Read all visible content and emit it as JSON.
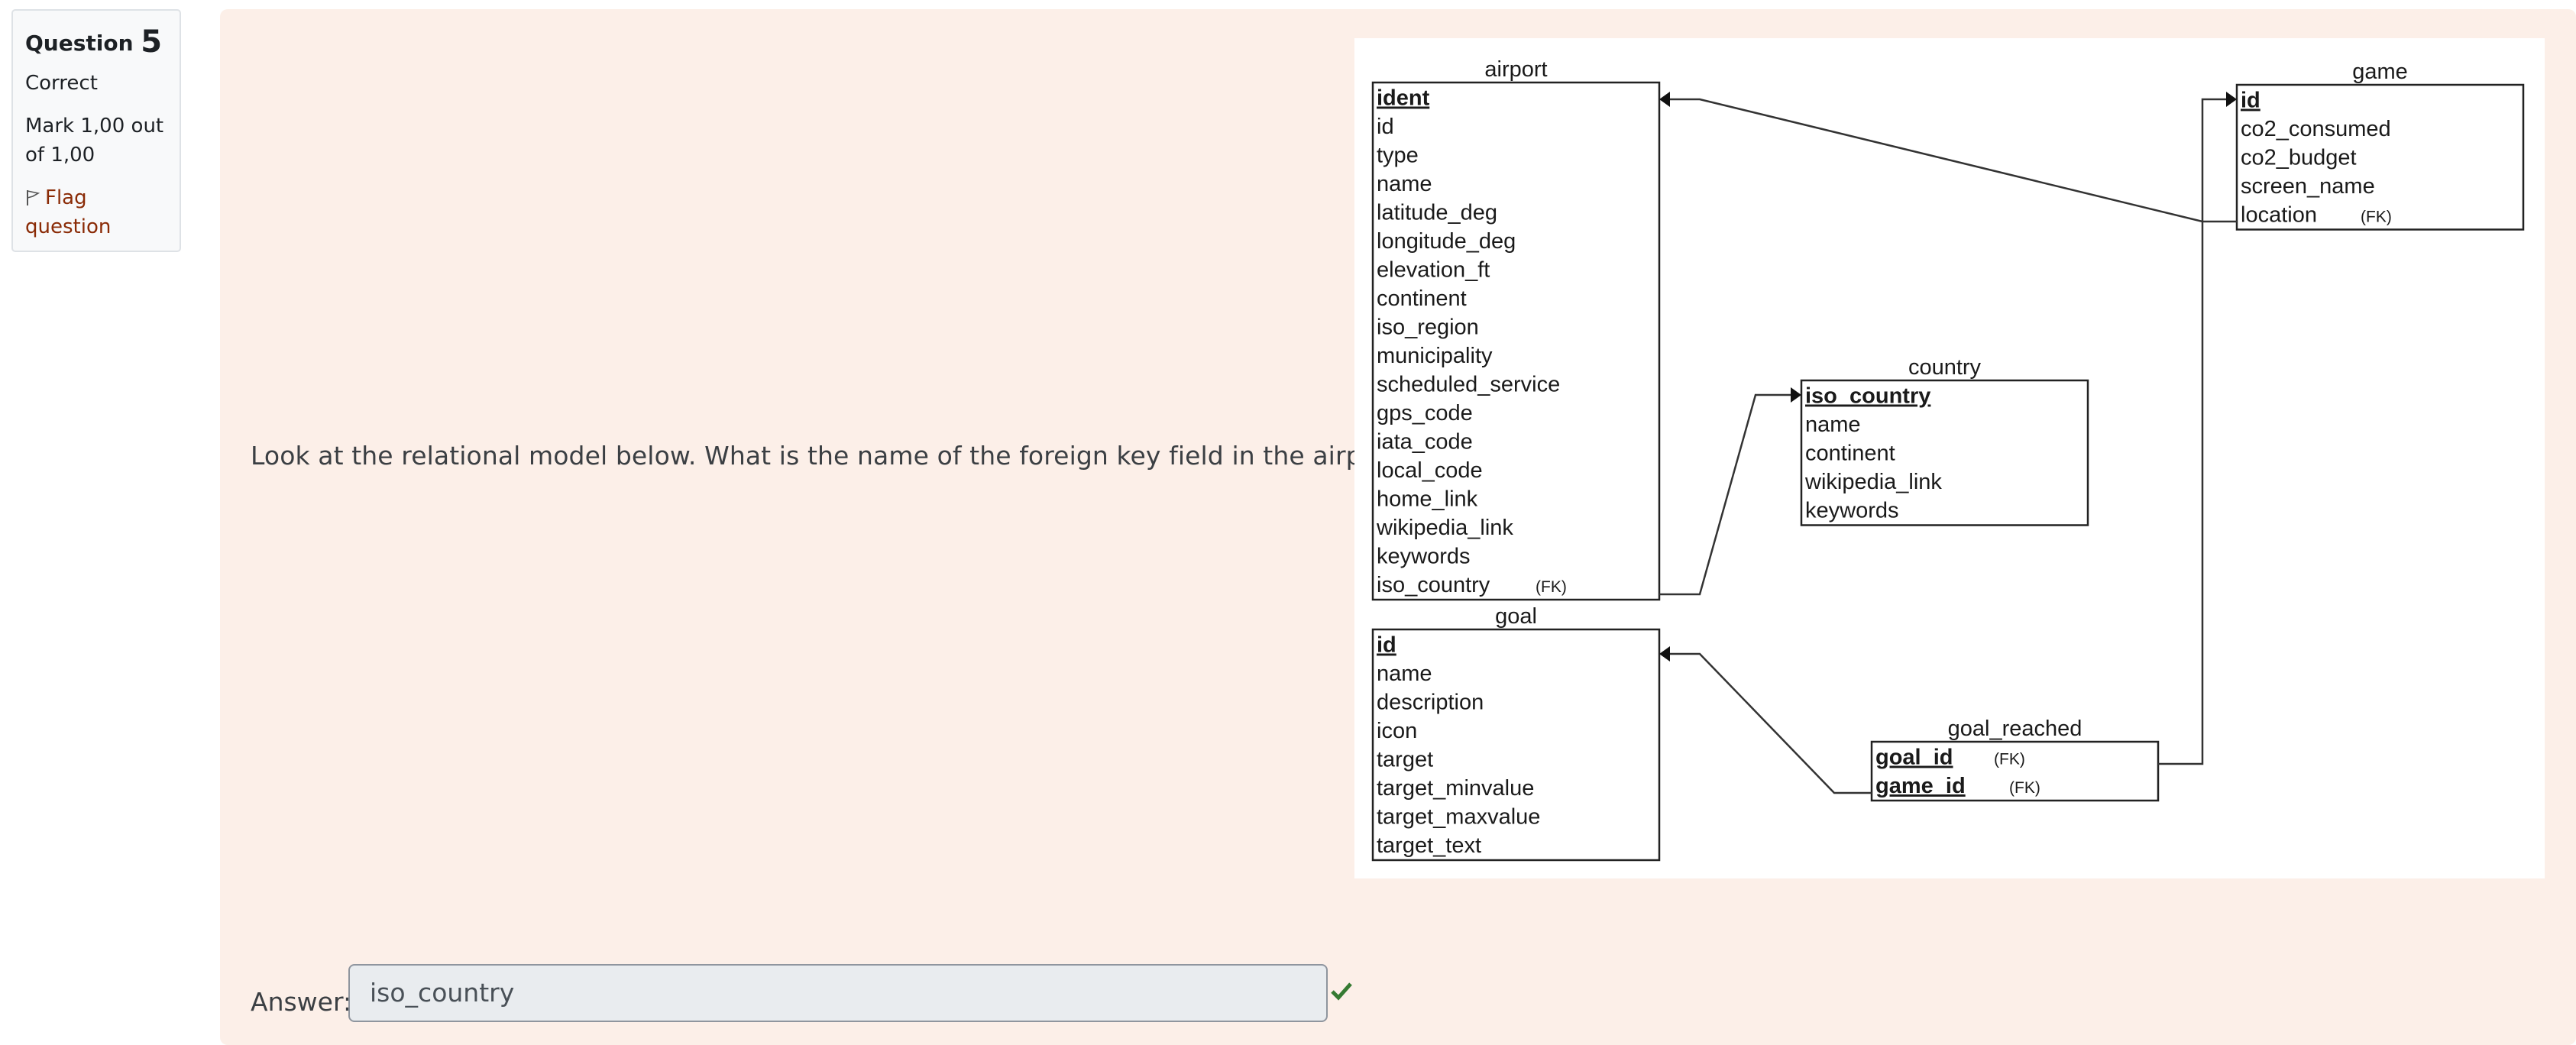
{
  "info": {
    "question_word": "Question",
    "question_number": "5",
    "state": "Correct",
    "grade": "Mark 1,00 out of 1,00",
    "flag_label": "Flag question"
  },
  "question_text": "Look at the relational model below. What is the name of the foreign key field in the airport table?",
  "diagram": {
    "fk_tag": "(FK)",
    "airport": {
      "title": "airport",
      "fields": [
        "ident",
        "id",
        "type",
        "name",
        "latitude_deg",
        "longitude_deg",
        "elevation_ft",
        "continent",
        "iso_region",
        "municipality",
        "scheduled_service",
        "gps_code",
        "iata_code",
        "local_code",
        "home_link",
        "wikipedia_link",
        "keywords",
        "iso_country"
      ]
    },
    "game": {
      "title": "game",
      "fields": [
        "id",
        "co2_consumed",
        "co2_budget",
        "screen_name",
        "location"
      ]
    },
    "country": {
      "title": "country",
      "fields": [
        "iso_country",
        "name",
        "continent",
        "wikipedia_link",
        "keywords"
      ]
    },
    "goal": {
      "title": "goal",
      "fields": [
        "id",
        "name",
        "description",
        "icon",
        "target",
        "target_minvalue",
        "target_maxvalue",
        "target_text"
      ]
    },
    "goal_reached": {
      "title": "goal_reached",
      "fields": [
        "goal_id",
        "game_id"
      ]
    }
  },
  "answer": {
    "label": "Answer:",
    "value": "iso_country",
    "status_icon": "check-icon",
    "status_color": "#357a32"
  },
  "colors": {
    "content_bg": "#fcefe8",
    "flag_color": "#8a2b06"
  }
}
